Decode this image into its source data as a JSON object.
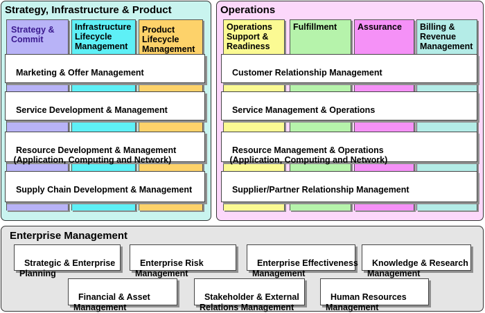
{
  "colors": {
    "sip_panel": "#c9f4ef",
    "ops_panel": "#fcd8fb",
    "em_panel": "#e5e5e5",
    "lavender": "#b8b3f7",
    "cyan": "#5ef0f6",
    "orange": "#fdd26a",
    "yellow": "#fbfa93",
    "green": "#b6f3ab",
    "pink": "#f591f7",
    "teal": "#b4ece7"
  },
  "sip": {
    "title": "Strategy, Infrastructure & Product",
    "columns": [
      "Strategy &\nCommit",
      "Infrastructure\nLifecycle\nManagement",
      "Product\nLifecycle\nManagement"
    ],
    "rows": [
      "Marketing & Offer Management",
      "Service Development & Management",
      "Resource Development & Management\n (Application, Computing and Network)",
      "Supply Chain Development & Management"
    ]
  },
  "ops": {
    "title": "Operations",
    "columns": [
      "Operations\nSupport &\nReadiness",
      "Fulfillment",
      "Assurance",
      "Billing &\nRevenue\nManagement"
    ],
    "rows": [
      "Customer Relationship Management",
      "Service Management & Operations",
      "Resource Management & Operations\n (Application, Computing and Network)",
      "Supplier/Partner Relationship Management"
    ]
  },
  "em": {
    "title": "Enterprise Management",
    "boxes_row1": [
      "Strategic & Enterprise\nPlanning",
      "Enterprise Risk\nManagement",
      "Enterprise Effectiveness\nManagement",
      "Knowledge & Research\nManagement"
    ],
    "boxes_row2": [
      "Financial & Asset\nManagement",
      "Stakeholder & External\nRelations Management",
      "Human Resources\nManagement"
    ]
  }
}
